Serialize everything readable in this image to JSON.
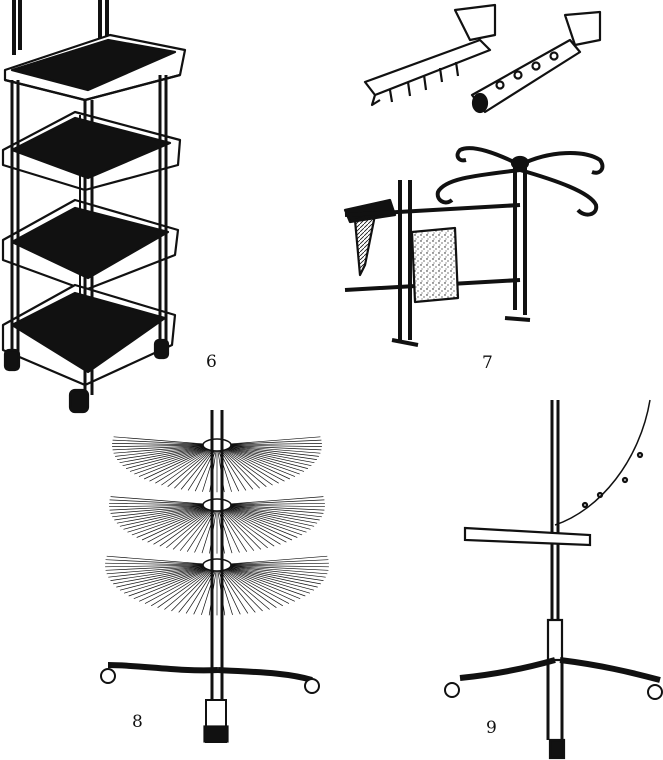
{
  "figures": [
    {
      "label": "6"
    },
    {
      "label": "7"
    },
    {
      "label": "8"
    },
    {
      "label": "9"
    }
  ],
  "colors": {
    "ink": "#111111",
    "paper": "#ffffff"
  }
}
